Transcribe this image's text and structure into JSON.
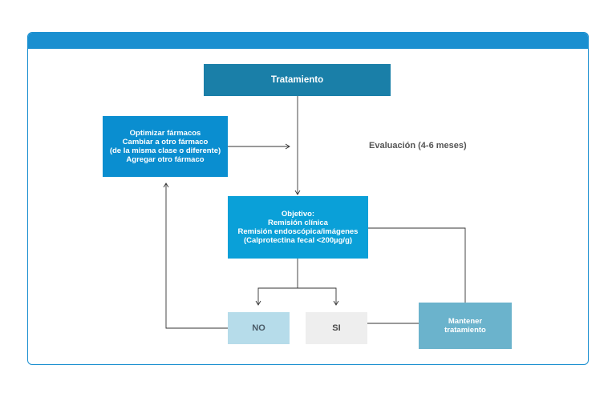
{
  "diagram": {
    "tratamiento": "Tratamiento",
    "optimizar": [
      "Optimizar fármacos",
      "Cambiar a otro fármaco",
      "(de la misma clase o diferente)",
      "Agregar otro fármaco"
    ],
    "evaluacion": "Evaluación (4-6 meses)",
    "objetivo": [
      "Objetivo:",
      "Remisión clínica",
      "Remisión endoscópica/imágenes",
      "(Calprotectina fecal <200µg/g)"
    ],
    "no": "NO",
    "si": "SI",
    "mantener": [
      "Mantener",
      "tratamiento"
    ]
  },
  "colors": {
    "frame": "#1a8fd0",
    "tratamiento": "#1a7fa8",
    "optimizar": "#0a8ed0",
    "objetivo": "#0aa0d8",
    "no": "#b6dcea",
    "si": "#eeeeee",
    "mantener": "#6bb3cc",
    "line": "#333333"
  }
}
